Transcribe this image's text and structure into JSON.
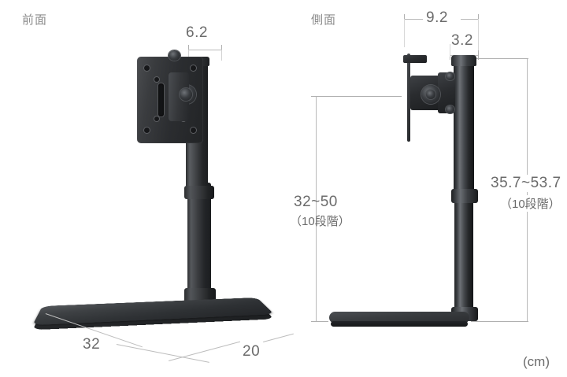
{
  "diagram": {
    "unit_label": "(cm)",
    "views": [
      {
        "id": "front",
        "label": "前面"
      },
      {
        "id": "side",
        "label": "側面"
      }
    ],
    "dimensions": {
      "front_bracket_depth": "6.2",
      "front_base_width": "32",
      "front_base_depth": "20",
      "side_total_depth": "9.2",
      "side_pole_offset": "3.2",
      "side_screen_height": "32~50",
      "side_screen_height_steps": "（10段階）",
      "side_pole_height": "35.7~53.7",
      "side_pole_height_steps": "（10段階）"
    },
    "colors": {
      "product": "#2b2d30",
      "dimension_line": "#b9b9b9",
      "dimension_text": "#6b6b6b",
      "view_label": "#8c8c8c",
      "background": "#ffffff"
    }
  }
}
